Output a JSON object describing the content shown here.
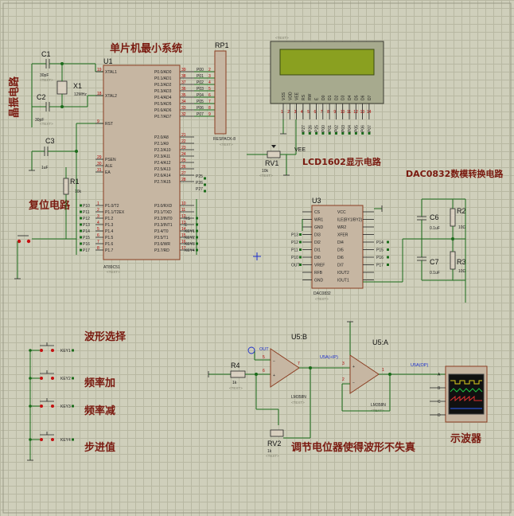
{
  "sections": {
    "mcu_title": "单片机最小系统",
    "crystal_circuit": "晶振电路",
    "reset_circuit": "复位电路",
    "lcd_title": "LCD1602显示电路",
    "dac_title": "DAC0832数模转换电路",
    "waveform_select": "波形选择",
    "freq_up": "频率加",
    "freq_down": "频率减",
    "step_value": "步进值",
    "pot_note": "调节电位器使得波形不失真",
    "scope_label": "示波器"
  },
  "components": {
    "c1": {
      "ref": "C1",
      "value": "30pF"
    },
    "c2": {
      "ref": "C2",
      "value": "30pF"
    },
    "c3": {
      "ref": "C3",
      "value": "1uF"
    },
    "x1": {
      "ref": "X1",
      "value": "12MHz"
    },
    "r1": {
      "ref": "R1",
      "value": "10k"
    },
    "u1": {
      "ref": "U1",
      "part": "AT89C51"
    },
    "rp1": {
      "ref": "RP1",
      "part": "RESPACK-8"
    },
    "rv1": {
      "ref": "RV1",
      "value": "10k"
    },
    "u3": {
      "ref": "U3",
      "part": "DAC0832"
    },
    "c6": {
      "ref": "C6",
      "value": "0.1uF"
    },
    "c7": {
      "ref": "C7",
      "value": "0.1uF"
    },
    "r2": {
      "ref": "R2",
      "value": "10Ω"
    },
    "r3": {
      "ref": "R3",
      "value": "10Ω"
    },
    "r4": {
      "ref": "R4",
      "value": "1k"
    },
    "rv2": {
      "ref": "RV2",
      "value": "1k"
    },
    "u5b": {
      "ref": "U5:B",
      "part": "LM358N"
    },
    "u5a": {
      "ref": "U5:A",
      "part": "LM358N"
    },
    "keys": [
      "KEY1",
      "KEY2",
      "KEY3",
      "KEY4"
    ],
    "text_placeholder": "<TEXT>"
  },
  "u1_pins": {
    "left": [
      {
        "num": "19",
        "name": "XTAL1"
      },
      {
        "num": "18",
        "name": "XTAL2"
      },
      {
        "num": "9",
        "name": "RST"
      },
      {
        "num": "29",
        "name": "PSEN"
      },
      {
        "num": "30",
        "name": "ALE"
      },
      {
        "num": "31",
        "name": "EA"
      },
      {
        "num": "1",
        "name": "P1.0/T2"
      },
      {
        "num": "2",
        "name": "P1.1/T2EX"
      },
      {
        "num": "3",
        "name": "P1.2"
      },
      {
        "num": "4",
        "name": "P1.3"
      },
      {
        "num": "5",
        "name": "P1.4"
      },
      {
        "num": "6",
        "name": "P1.5"
      },
      {
        "num": "7",
        "name": "P1.6"
      },
      {
        "num": "8",
        "name": "P1.7"
      }
    ],
    "right": [
      {
        "num": "39",
        "name": "P0.0/AD0"
      },
      {
        "num": "38",
        "name": "P0.1/AD1"
      },
      {
        "num": "37",
        "name": "P0.2/AD2"
      },
      {
        "num": "36",
        "name": "P0.3/AD3"
      },
      {
        "num": "35",
        "name": "P0.4/AD4"
      },
      {
        "num": "34",
        "name": "P0.5/AD5"
      },
      {
        "num": "33",
        "name": "P0.6/AD6"
      },
      {
        "num": "32",
        "name": "P0.7/AD7"
      },
      {
        "num": "21",
        "name": "P2.0/A8"
      },
      {
        "num": "22",
        "name": "P2.1/A9"
      },
      {
        "num": "23",
        "name": "P2.2/A10"
      },
      {
        "num": "24",
        "name": "P2.3/A11"
      },
      {
        "num": "25",
        "name": "P2.4/A12"
      },
      {
        "num": "26",
        "name": "P2.5/A13"
      },
      {
        "num": "27",
        "name": "P2.6/A14"
      },
      {
        "num": "28",
        "name": "P2.7/A15"
      },
      {
        "num": "10",
        "name": "P3.0/RXD"
      },
      {
        "num": "11",
        "name": "P3.1/TXD"
      },
      {
        "num": "12",
        "name": "P3.2/INT0"
      },
      {
        "num": "13",
        "name": "P3.3/INT1"
      },
      {
        "num": "14",
        "name": "P3.4/T0"
      },
      {
        "num": "15",
        "name": "P3.5/T1"
      },
      {
        "num": "16",
        "name": "P3.6/WR"
      },
      {
        "num": "17",
        "name": "P3.7/RD"
      }
    ]
  },
  "u1_net_labels": {
    "left": [
      "P10",
      "P11",
      "P12",
      "P13",
      "P14",
      "P15",
      "P16",
      "P17"
    ],
    "right_p0": [
      "P00",
      "P01",
      "P02",
      "P03",
      "P04",
      "P05",
      "P06",
      "P07"
    ],
    "right_p2": [
      "P25",
      "P26",
      "P27"
    ],
    "right_p3": [
      "RS",
      "E",
      "KEY1",
      "KEY2",
      "KEY3",
      "KEY4"
    ]
  },
  "lcd_pins": [
    "VSS",
    "VDD",
    "VEE",
    "RS",
    "RW",
    "E",
    "D0",
    "D1",
    "D2",
    "D3",
    "D4",
    "D5",
    "D6",
    "D7"
  ],
  "lcd_nets": [
    "P27",
    "P26",
    "P25",
    "P00",
    "P01",
    "P02",
    "P03",
    "P04",
    "P05",
    "P06",
    "P07"
  ],
  "u3_pins": {
    "left": [
      "CS",
      "WR1",
      "GND",
      "DI3",
      "DI2",
      "DI1",
      "DI0",
      "VREF",
      "RFB",
      "GND"
    ],
    "right": [
      "VCC",
      "ILE(BY1/BY2)",
      "WR2",
      "XFER",
      "DI4",
      "DI5",
      "DI6",
      "DI7",
      "IOUT2",
      "IOUT1"
    ]
  },
  "u3_nets_left": [
    "P13",
    "P12",
    "P11",
    "P10",
    "OUT"
  ],
  "u3_nets_right": [
    "P14",
    "P15",
    "P16",
    "P17"
  ],
  "opamp_nodes": {
    "u5b_pins": [
      "6",
      "5",
      "7"
    ],
    "u5a_pins": [
      "3",
      "2",
      "1"
    ],
    "probes": [
      "OUT",
      "U5A(+IP)",
      "U5A(OP)"
    ]
  },
  "scope_channels": [
    "A",
    "B",
    "C",
    "D"
  ],
  "misc": {
    "vee": "VEE",
    "out": "OUT"
  }
}
